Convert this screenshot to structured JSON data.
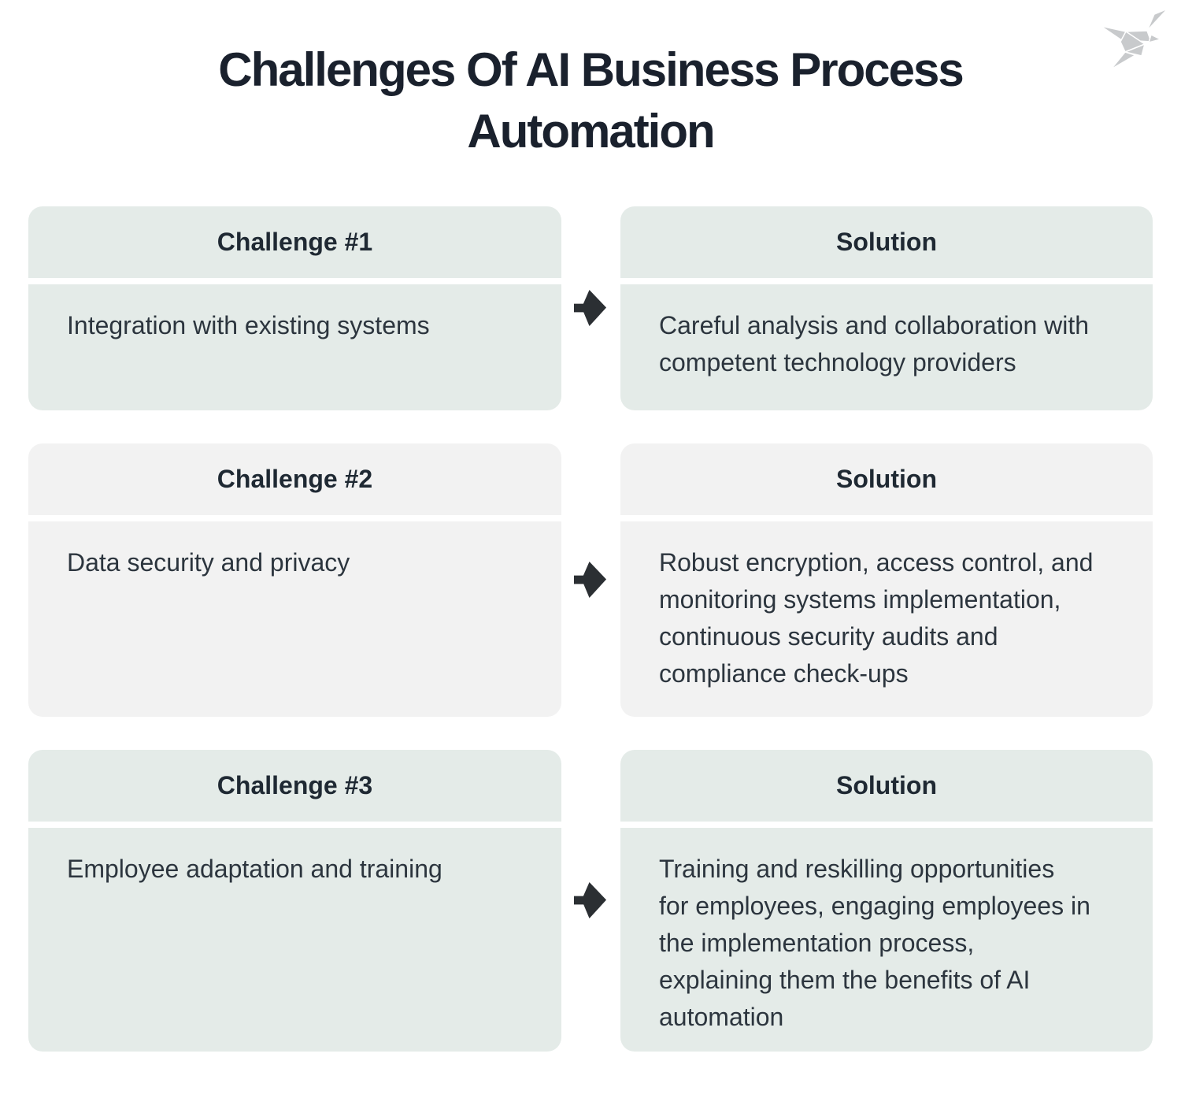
{
  "title": {
    "line1": "Challenges Of AI Business Process",
    "line2": "Automation"
  },
  "logo": {
    "icon": "origami-bird"
  },
  "colors": {
    "background": "#ffffff",
    "title_text": "#1a212d",
    "header_text": "#1f2933",
    "body_text": "#2c353e",
    "arrow": "#2b2f33",
    "card_sage": "#e4ebe8",
    "card_gray": "#f2f2f2",
    "logo_gray": "#c8cacc"
  },
  "rows": [
    {
      "challenge": {
        "title": "Challenge #1",
        "text": "Integration with existing systems"
      },
      "solution": {
        "title": "Solution",
        "text": "Careful analysis and collaboration with\ncompetent technology providers"
      }
    },
    {
      "challenge": {
        "title": "Challenge #2",
        "text": "Data security and privacy"
      },
      "solution": {
        "title": "Solution",
        "text": "Robust encryption, access control, and\nmonitoring systems implementation,\ncontinuous security audits and\ncompliance check-ups"
      }
    },
    {
      "challenge": {
        "title": "Challenge #3",
        "text": "Employee adaptation and training"
      },
      "solution": {
        "title": "Solution",
        "text": "Training and reskilling opportunities\nfor employees,  engaging employees in\nthe implementation process,\nexplaining them the benefits of AI\nautomation"
      }
    }
  ]
}
